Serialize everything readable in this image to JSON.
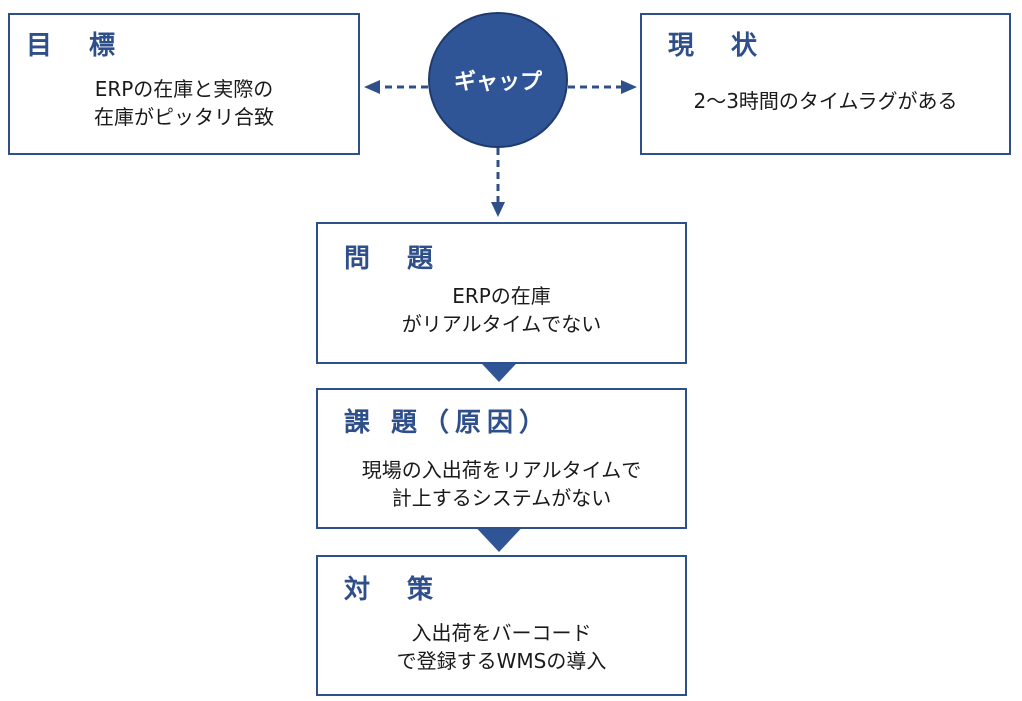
{
  "goal": {
    "title": "目 標",
    "lines": [
      "ERPの在庫と実際の",
      "在庫がピッタリ合致"
    ]
  },
  "current": {
    "title": "現 状",
    "lines": [
      "2～3時間のタイムラグがある"
    ]
  },
  "gap": {
    "label": "ギャップ"
  },
  "problem": {
    "title": "問 題",
    "lines": [
      "ERPの在庫",
      "がリアルタイムでない"
    ]
  },
  "issue": {
    "title": "課 題（原因）",
    "lines": [
      "現場の入出荷をリアルタイムで",
      "計上するシステムがない"
    ]
  },
  "solution": {
    "title": "対 策",
    "lines": [
      "入出荷をバーコード",
      "で登録するWMSの導入"
    ]
  },
  "colors": {
    "accent": "#2f5597",
    "border": "#2f4f8a"
  }
}
